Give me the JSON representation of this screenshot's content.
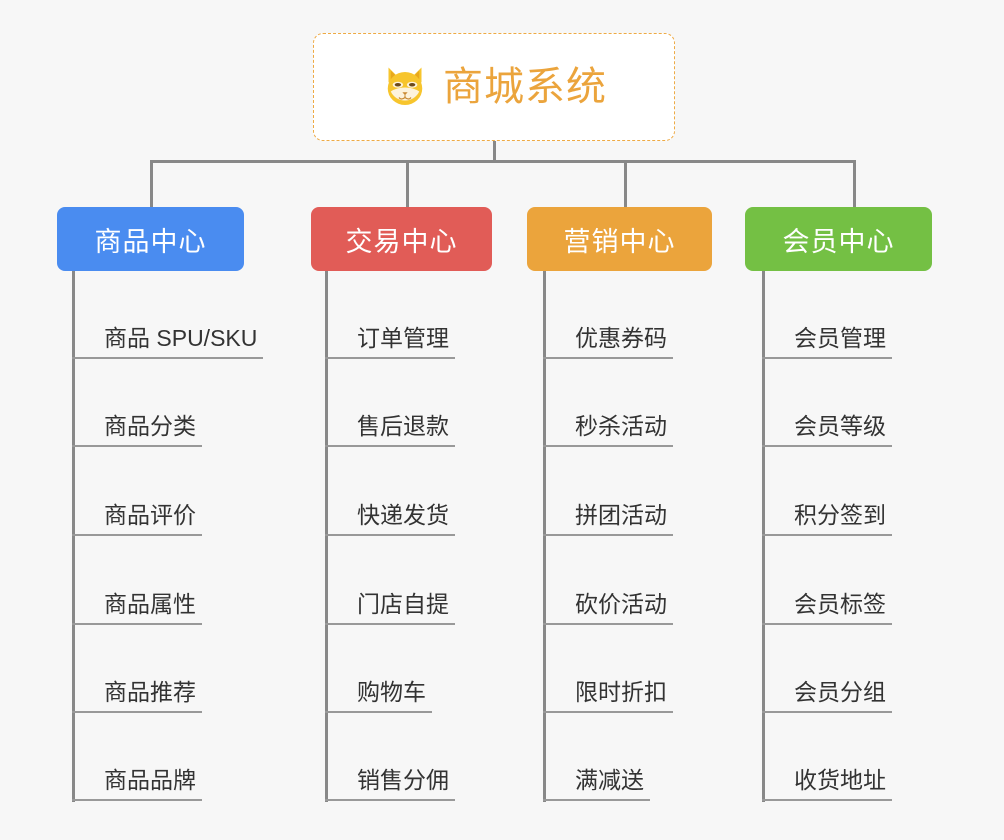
{
  "page": {
    "background_color": "#f7f7f7",
    "line_color": "#888888",
    "leaf_underline_color": "#999999",
    "leaf_text_color": "#333333"
  },
  "root": {
    "title": "商城系统",
    "icon": "shiba-dog-icon",
    "text_color": "#eba43c",
    "border_color": "#eeaa44",
    "background_color": "#ffffff"
  },
  "branches": [
    {
      "label": "商品中心",
      "color": "#4a8cf0",
      "items": [
        "商品 SPU/SKU",
        "商品分类",
        "商品评价",
        "商品属性",
        "商品推荐",
        "商品品牌"
      ]
    },
    {
      "label": "交易中心",
      "color": "#e15c57",
      "items": [
        "订单管理",
        "售后退款",
        "快递发货",
        "门店自提",
        "购物车",
        "销售分佣"
      ]
    },
    {
      "label": "营销中心",
      "color": "#eba43c",
      "items": [
        "优惠券码",
        "秒杀活动",
        "拼团活动",
        "砍价活动",
        "限时折扣",
        "满减送"
      ]
    },
    {
      "label": "会员中心",
      "color": "#74c044",
      "items": [
        "会员管理",
        "会员等级",
        "积分签到",
        "会员标签",
        "会员分组",
        "收货地址"
      ]
    }
  ]
}
